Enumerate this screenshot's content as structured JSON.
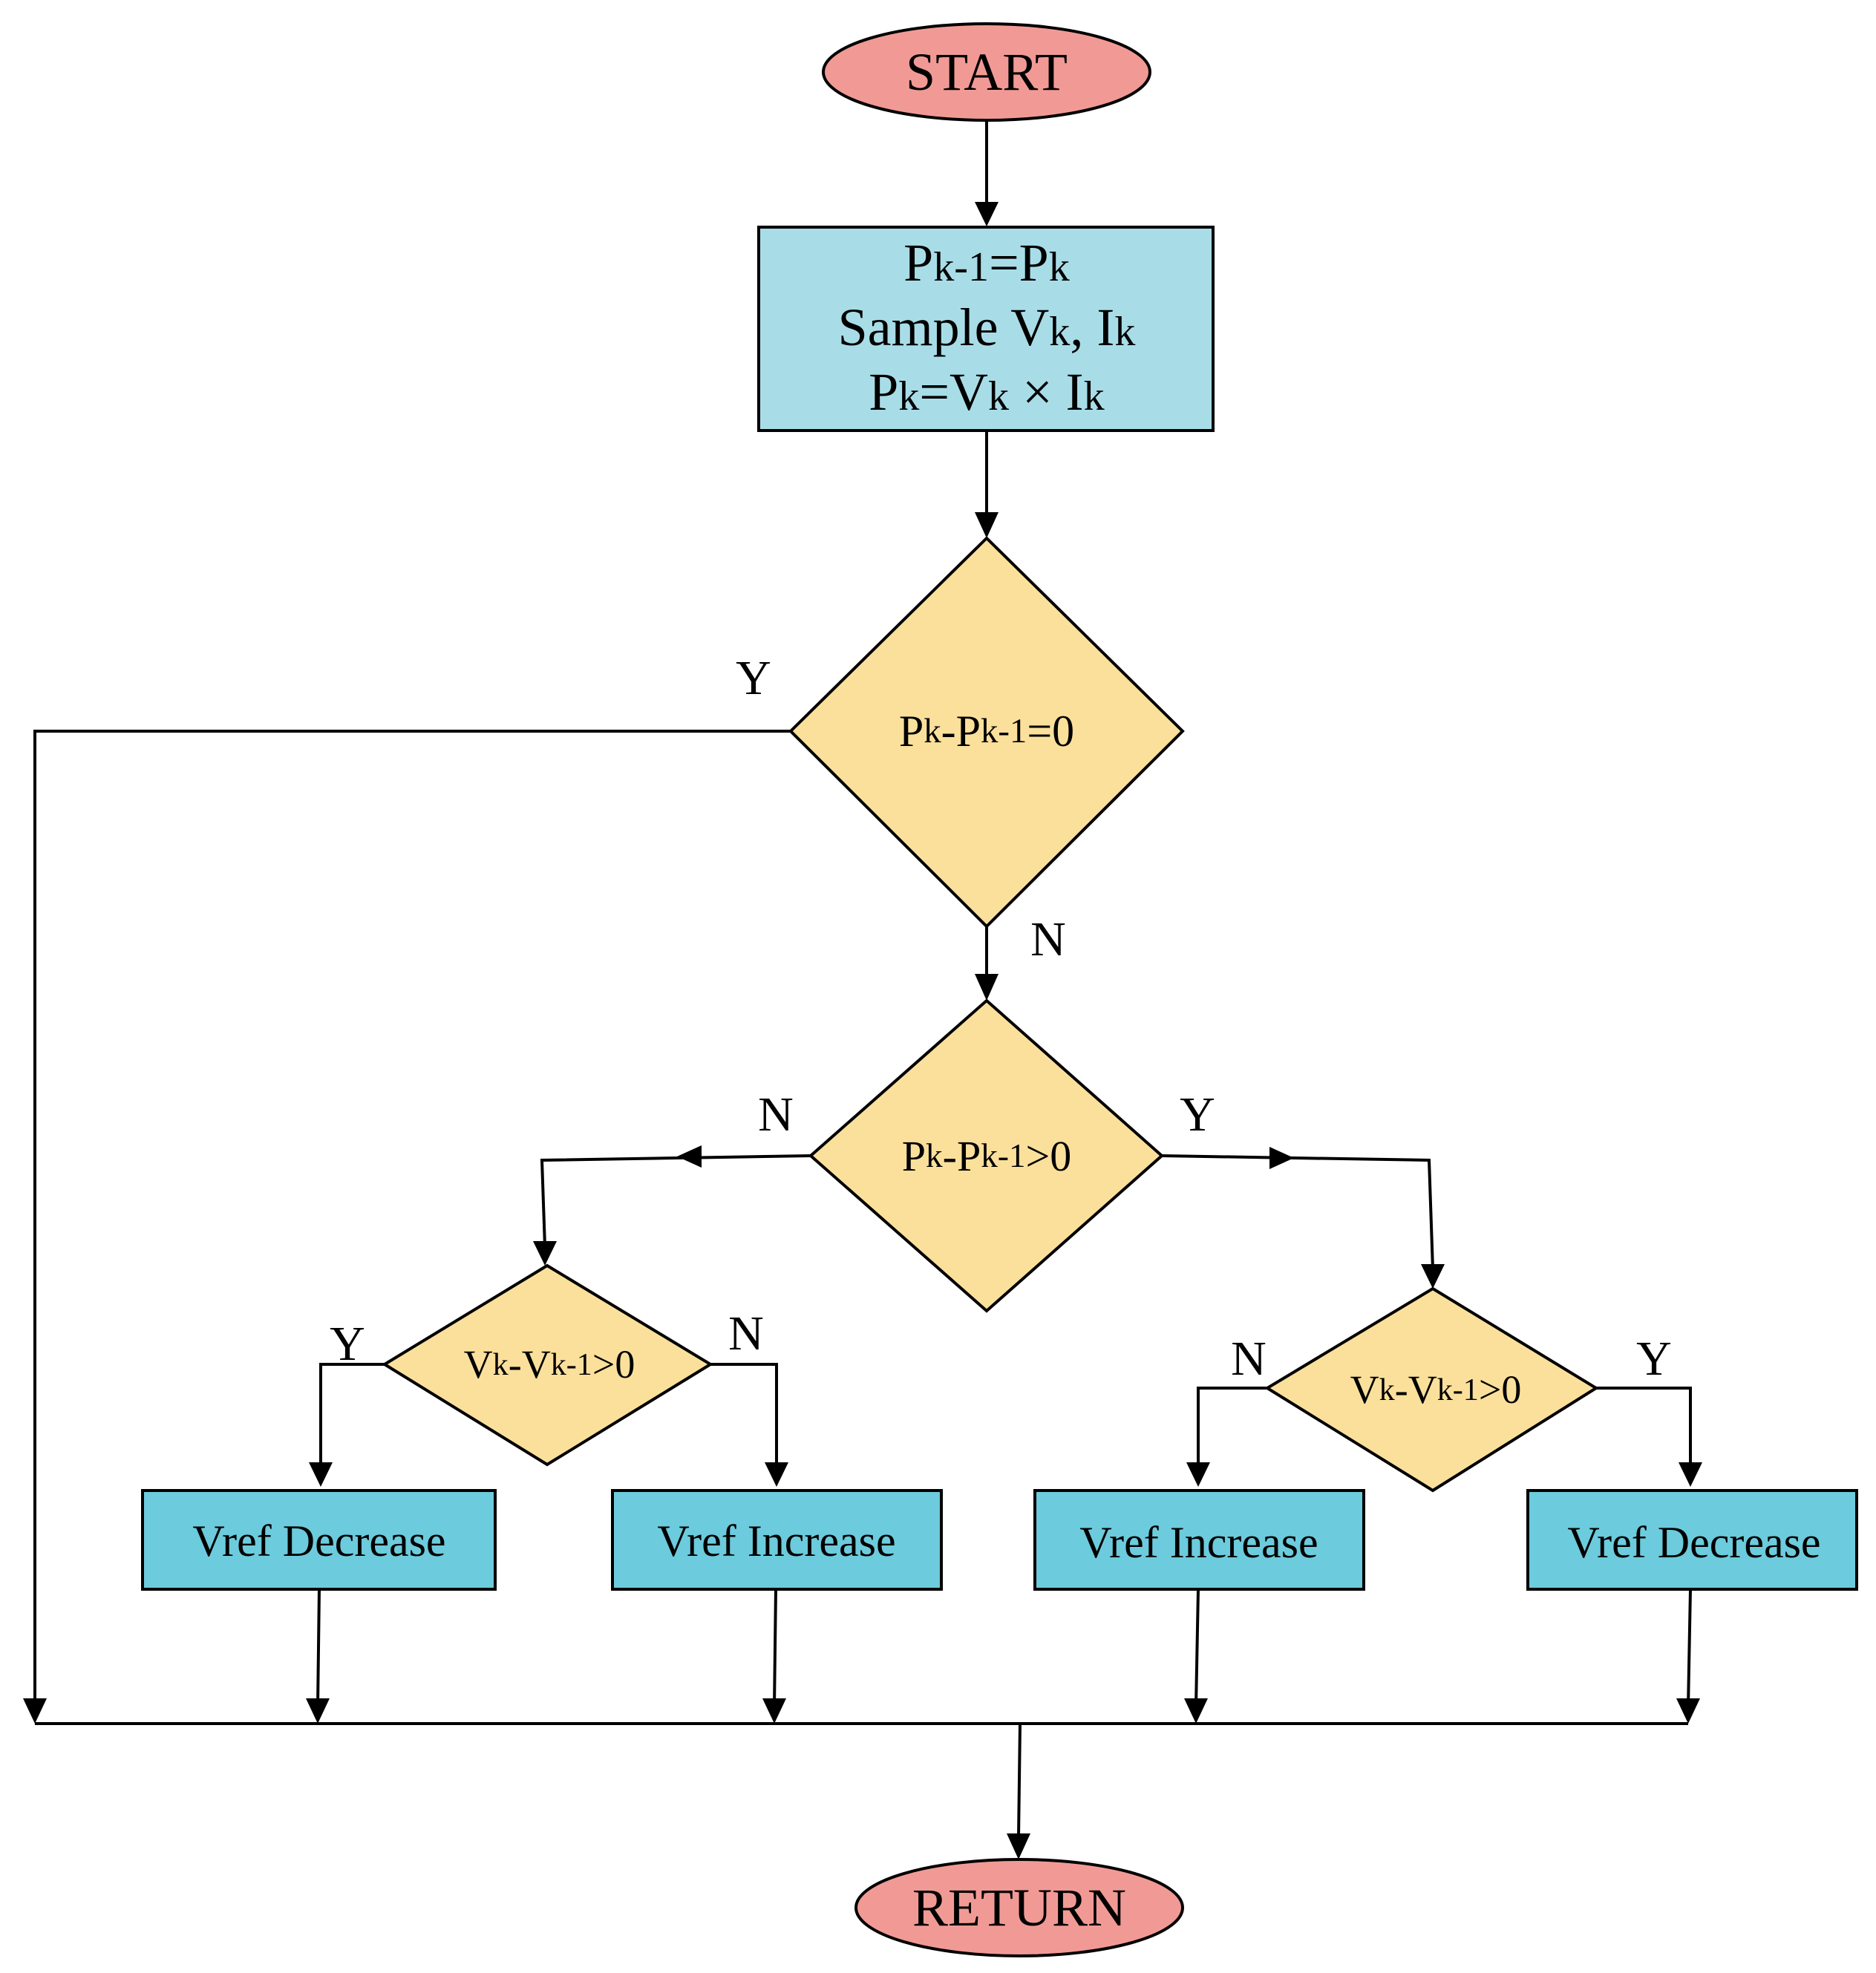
{
  "colors": {
    "terminal_fill": "#f19a95",
    "process_fill": "#a8dde8",
    "decision_fill": "#fbe09c",
    "action_fill": "#6ccbdc",
    "stroke": "#000000"
  },
  "start": {
    "label": "START"
  },
  "process": {
    "line1": {
      "p1": "P",
      "s1": "k-1",
      "p2": "=P",
      "s2": "k"
    },
    "line2": {
      "p1": "Sample V",
      "s1": "k",
      "p2": ", I",
      "s2": "k"
    },
    "line3": {
      "p1": "P",
      "s1": "k",
      "p2": "=V",
      "s2": "k",
      "p3": " × I",
      "s3": "k"
    }
  },
  "decision1": {
    "p1": "P",
    "s1": "k",
    "p2": "-P",
    "s2": "k-1",
    "p3": "=0",
    "yes": "Y",
    "no": "N"
  },
  "decision2": {
    "p1": "P",
    "s1": "k",
    "p2": "-P",
    "s2": "k-1",
    "p3": ">0",
    "yes": "Y",
    "no": "N"
  },
  "decision_left": {
    "p1": "V",
    "s1": "k",
    "p2": "-V",
    "s2": "k-1",
    "p3": ">0",
    "yes": "Y",
    "no": "N"
  },
  "decision_right": {
    "p1": "V",
    "s1": "k",
    "p2": "-V",
    "s2": "k-1",
    "p3": ">0",
    "yes": "Y",
    "no": "N"
  },
  "actions": {
    "a1": "Vref Decrease",
    "a2": "Vref Increase",
    "a3": "Vref Increase",
    "a4": "Vref Decrease"
  },
  "end": {
    "label": "RETURN"
  }
}
